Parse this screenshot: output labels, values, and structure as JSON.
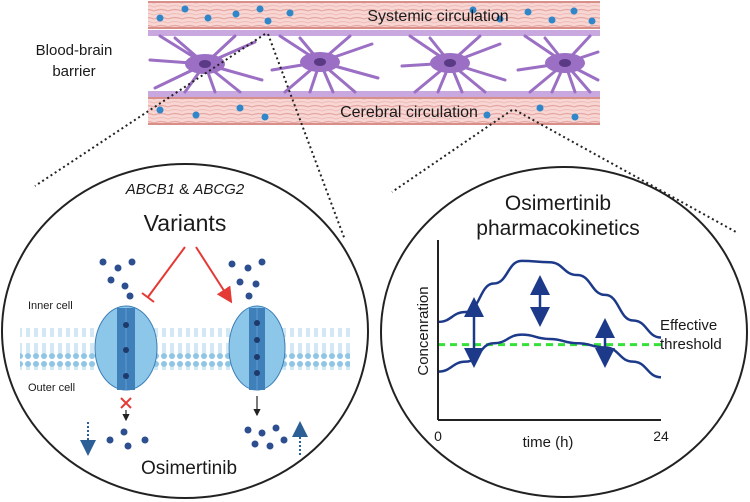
{
  "vessel": {
    "systemic_label": "Systemic circulation",
    "cerebral_label": "Cerebral circulation"
  },
  "barrier_label_line1": "Blood-brain",
  "barrier_label_line2": "barrier",
  "left_panel": {
    "genes_part1": "ABCB1",
    "genes_amp": " & ",
    "genes_part2": "ABCG2",
    "variants": "Variants",
    "inner_cell": "Inner cell",
    "outer_cell": "Outer cell",
    "drug": "Osimertinib"
  },
  "right_panel": {
    "title_line1": "Osimertinib",
    "title_line2": "pharmacokinetics",
    "ylabel": "Concenration",
    "xlabel": "time (h)",
    "x_start": "0",
    "x_end": "24",
    "threshold_line1": "Effective",
    "threshold_line2": "threshold"
  },
  "colors": {
    "vessel_pink": "#f3c7c5",
    "astrocyte": "#9b6fc4",
    "particle_blue": "#2f86c9",
    "transporter": "#8cc7ea",
    "dark_navy": "#1d3a8a",
    "threshold_green": "#35e03a",
    "inhibit_red": "#e53935"
  },
  "chart_data": {
    "type": "line",
    "xlabel": "time (h)",
    "ylabel": "Concenration",
    "xlim": [
      0,
      24
    ],
    "x": [
      0,
      3,
      6,
      9,
      12,
      15,
      18,
      21,
      24
    ],
    "series": [
      {
        "values": [
          0.55,
          0.62,
          0.82,
          0.98,
          0.97,
          0.88,
          0.74,
          0.56,
          0.44
        ]
      },
      {
        "values": [
          0.2,
          0.27,
          0.4,
          0.46,
          0.43,
          0.4,
          0.37,
          0.27,
          0.16
        ]
      },
      {
        "values": [
          0.39,
          0.39,
          0.39,
          0.39,
          0.39,
          0.39,
          0.39,
          0.39,
          0.39
        ]
      }
    ]
  }
}
